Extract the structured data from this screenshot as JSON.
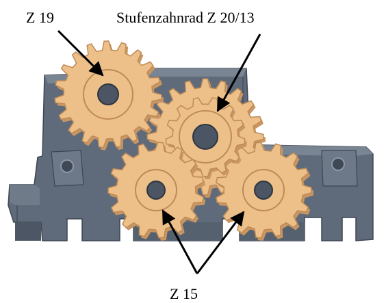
{
  "labels": {
    "gear_z19": "Z 19",
    "gear_stepped": "Stufenzahnrad Z 20/13",
    "gear_z15": "Z 15"
  },
  "gears": [
    {
      "id": "z19",
      "teeth": 19
    },
    {
      "id": "stepped-large",
      "teeth": 20
    },
    {
      "id": "stepped-small",
      "teeth": 13
    },
    {
      "id": "z15-left",
      "teeth": 15
    },
    {
      "id": "z15-right",
      "teeth": 15
    }
  ],
  "colors": {
    "gear_fill": "#EDC089",
    "gear_edge": "#BE8A56",
    "gear_shadow": "#C99663",
    "housing_fill": "#5F6B7A",
    "housing_dark": "#454F5C",
    "housing_light": "#7A8594",
    "bore": "#4B5563",
    "arrow": "#000000"
  }
}
